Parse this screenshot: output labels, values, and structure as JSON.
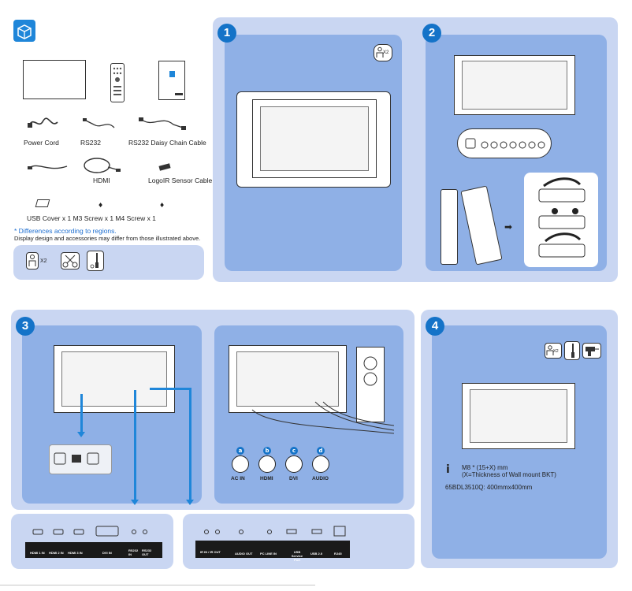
{
  "accessories": {
    "items": [
      "Power Cord",
      "RS232",
      "RS232 Daisy Chain Cable",
      "HDMI",
      "LogoIR Sensor Cable",
      "USB Cover x 1 M3 Screw x 1 M4 Screw x 1"
    ],
    "note_title": "* Differences according to regions.",
    "note_text": "Display design and accessories may differ from those illustrated above."
  },
  "steps": {
    "s1": "1",
    "s2": "2",
    "s3": "3",
    "s4": "4"
  },
  "badges": {
    "x2": "X2"
  },
  "connectors": [
    {
      "badge": "a",
      "label": "AC IN"
    },
    {
      "badge": "b",
      "label": "HDMI"
    },
    {
      "badge": "c",
      "label": "DVI"
    },
    {
      "badge": "d",
      "label": "AUDIO"
    }
  ],
  "wall_mount": {
    "screw": "M8 * (15+X) mm",
    "screw_note": "(X=Thickness of  Wall mount BKT)",
    "model": "65BDL3510Q: 400mmx400mm"
  },
  "ports_left": [
    "HDMI 1 IN",
    "HDMI 2 IN",
    "HDMI 3 IN",
    "DVI IN",
    "RS232 IN",
    "RS232 OUT"
  ],
  "ports_right": [
    "IR IN / IR OUT",
    "AUDIO OUT",
    "PC LINE IN",
    "USB Service Port",
    "USB 2.0",
    "RJ45"
  ],
  "colors": {
    "panel_outer": "#c9d6f2",
    "panel_inner": "#8fb0e6",
    "accent": "#1473c8",
    "note": "#1f6fd0"
  }
}
